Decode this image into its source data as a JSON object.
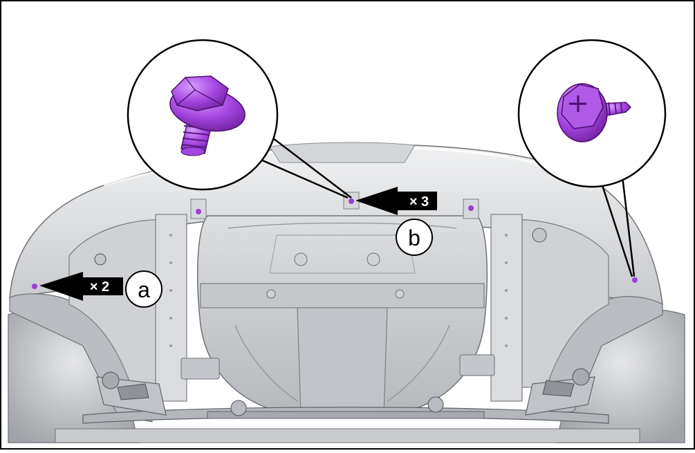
{
  "callouts": {
    "a": {
      "letter": "a",
      "count": "× 2"
    },
    "b": {
      "letter": "b",
      "count": "× 3"
    }
  },
  "parts": {
    "bolt_icon": "flange-bolt-icon",
    "screw_icon": "self-tapping-screw-icon"
  },
  "colors": {
    "fastener": "#9b3fd6",
    "frame": "#000000",
    "body_light": "#e4e5e7",
    "body_mid": "#c9cbce",
    "body_dark": "#8e9195"
  }
}
